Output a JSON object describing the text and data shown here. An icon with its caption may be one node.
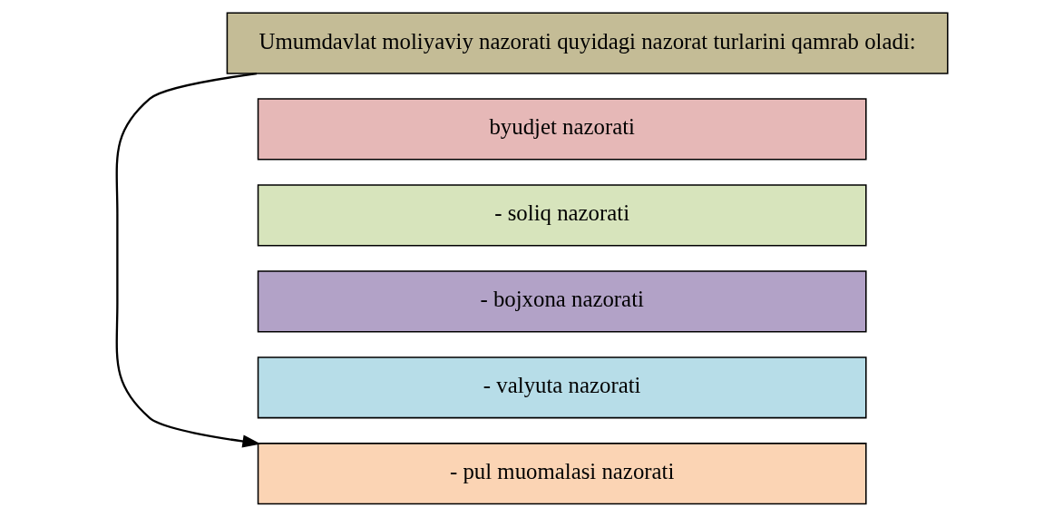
{
  "diagram": {
    "nodes": [
      {
        "text": [
          "Umumdavlat moliyaviy nazorati quyidagi nazorat turlarini qamrab oladi:"
        ]
      },
      {
        "text": [
          "byudjet nazorati"
        ]
      },
      {
        "text": [
          "- soliq nazorati"
        ]
      },
      {
        "text": [
          "- bojxona nazorati"
        ]
      },
      {
        "text": [
          "- valyuta nazorati"
        ]
      },
      {
        "text": [
          "- pul muomalasi nazorati"
        ]
      }
    ],
    "edges": [
      {
        "from": 0,
        "to": 5,
        "arrow": "to"
      }
    ]
  }
}
